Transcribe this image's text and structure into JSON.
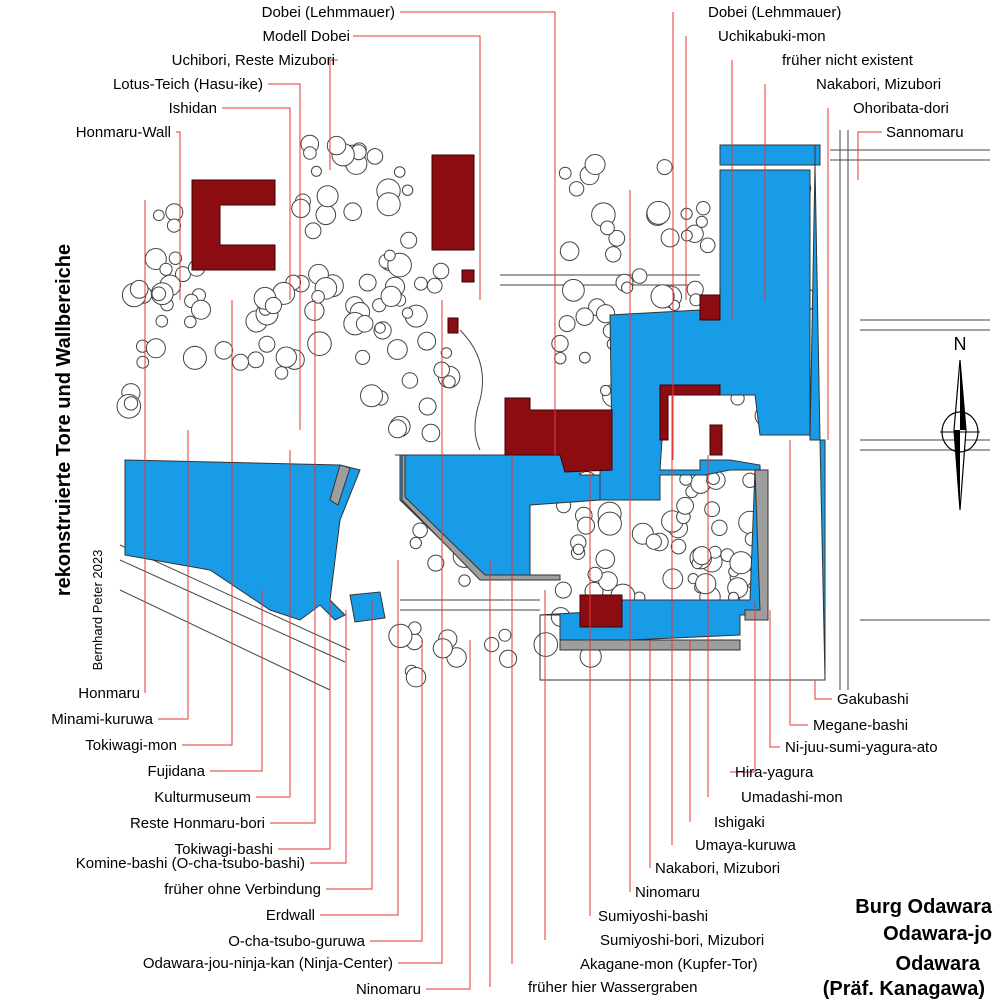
{
  "side_title": "rekonstruierte Tore und Wallbereiche",
  "credit": "Bernhard Peter 2023",
  "north": "N",
  "title_lines": [
    "Burg Odawara",
    "Odawara-jo",
    "Odawara",
    "(Präf. Kanagawa)"
  ],
  "labels_top_left": [
    "Dobei (Lehmmauer)",
    "Modell Dobei",
    "Uchibori, Reste Mizubori",
    "Lotus-Teich (Hasu-ike)",
    "Ishidan",
    "Honmaru-Wall"
  ],
  "labels_top_right": [
    "Dobei (Lehmmauer)",
    "Uchikabuki-mon",
    "früher nicht existent",
    "Nakabori, Mizubori",
    "Ohoribata-dori",
    "Sannomaru"
  ],
  "labels_bottom_left": [
    "Honmaru",
    "Minami-kuruwa",
    "Tokiwagi-mon",
    "Fujidana",
    "Kulturmuseum",
    "Reste Honmaru-bori",
    "Tokiwagi-bashi",
    "Komine-bashi (O-cha-tsubo-bashi)",
    "früher ohne Verbindung",
    "Erdwall",
    "O-cha-tsubo-guruwa",
    "Odawara-jou-ninja-kan (Ninja-Center)",
    "Ninomaru"
  ],
  "labels_bottom_right": [
    "Gakubashi",
    "Megane-bashi",
    "Ni-juu-sumi-yagura-ato",
    "Hira-yagura",
    "Umadashi-mon",
    "Ishigaki",
    "Umaya-kuruwa",
    "Nakabori, Mizubori",
    "Ninomaru",
    "Sumiyoshi-bashi",
    "Sumiyoshi-bori, Mizubori",
    "Akagane-mon (Kupfer-Tor)",
    "früher hier Wassergraben"
  ]
}
